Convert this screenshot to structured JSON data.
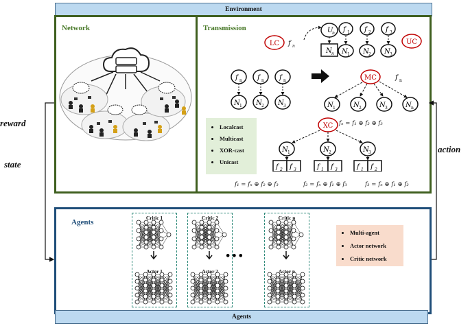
{
  "top_bar": {
    "label": "Environment"
  },
  "bottom_bar": {
    "label": "Agents"
  },
  "left_labels": {
    "reward": "reward",
    "state": "state"
  },
  "right_labels": {
    "action": "action"
  },
  "network_panel": {
    "title": "Network"
  },
  "transmission_panel": {
    "title": "Transmission",
    "badges": {
      "lc": "LC",
      "uc": "UC",
      "mc": "MC",
      "xc": "XC"
    },
    "legend": [
      "Localcast",
      "Multicast",
      "XOR-cast",
      "Unicast"
    ],
    "formula_xc": "fₙ = f₁ ⊕ f₂ ⊕ f₃",
    "formula_mc": "fₙ",
    "bottom_formulas": [
      "f₁ = fₙ ⊕ f₂ ⊕ f₃",
      "f₂ = fₙ ⊕ f₁ ⊕ f₃",
      "f₃ = fₙ ⊕ f₁ ⊕ f₂"
    ]
  },
  "agents_panel": {
    "title": "Agents",
    "units": [
      {
        "critic": "Critic 1",
        "actor": "Actor 1"
      },
      {
        "critic": "Critic 2",
        "actor": "Actor 2"
      },
      {
        "critic": "Critic n",
        "actor": "Actor n"
      }
    ],
    "ellipsis": "•••",
    "legend": [
      "Multi-agent",
      "Actor network",
      "Critic network"
    ]
  },
  "colors": {
    "green_frame": "#3f5f1f",
    "blue_frame": "#1f4e79",
    "bar_fill": "#bcd9f0",
    "badge_red": "#c00000",
    "legend_green": "#e2efd9",
    "legend_orange": "#f9dccc",
    "agent_dash": "#2f8a7a"
  }
}
